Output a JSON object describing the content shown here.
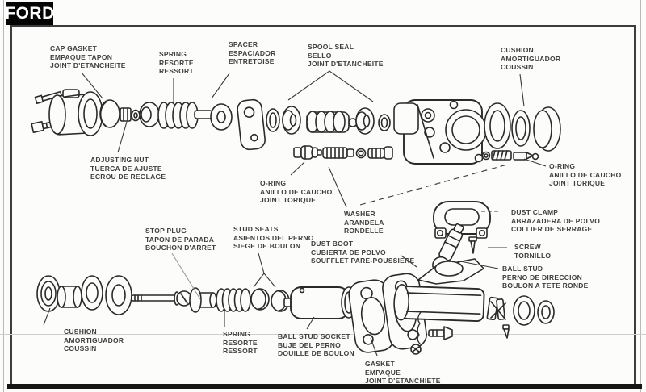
{
  "brand": {
    "name": "FORD"
  },
  "colors": {
    "paper": "#fcfcfa",
    "ink": "#2a2a2a",
    "frame": "#3d3d3d",
    "logo_bg": "#050505",
    "logo_text": "#ffffff",
    "label_text": "#3f3f3f"
  },
  "labels": {
    "cap_gasket": {
      "lines": [
        "CAP GASKET",
        "EMPAQUE TAPON",
        "JOINT D'ETANCHEITE"
      ]
    },
    "spring_upper": {
      "lines": [
        "SPRING",
        "RESORTE",
        "RESSORT"
      ]
    },
    "spacer": {
      "lines": [
        "SPACER",
        "ESPACIADOR",
        "ENTRETOISE"
      ]
    },
    "spool_seal": {
      "lines": [
        "SPOOL SEAL",
        "SELLO",
        "JOINT D'ETANCHEITE"
      ]
    },
    "cushion_upper": {
      "lines": [
        "CUSHION",
        "AMORTIGUADOR",
        "COUSSIN"
      ]
    },
    "adjusting_nut": {
      "lines": [
        "ADJUSTING NUT",
        "TUERCA DE AJUSTE",
        "ECROU DE REGLAGE"
      ]
    },
    "o_ring_left": {
      "lines": [
        "O-RING",
        "ANILLO DE CAUCHO",
        "JOINT TORIQUE"
      ]
    },
    "washer": {
      "lines": [
        "WASHER",
        "ARANDELA",
        "RONDELLE"
      ]
    },
    "o_ring_right": {
      "lines": [
        "O-RING",
        "ANILLO DE CAUCHO",
        "JOINT TORIQUE"
      ]
    },
    "dust_clamp": {
      "lines": [
        "DUST CLAMP",
        "ABRAZADERA DE POLVO",
        "COLLIER DE SERRAGE"
      ]
    },
    "screw": {
      "lines": [
        "SCREW",
        "TORNILLO"
      ]
    },
    "ball_stud": {
      "lines": [
        "BALL STUD",
        "PERNO DE DIRECCION",
        "BOULON A TETE RONDE"
      ]
    },
    "stop_plug": {
      "lines": [
        "STOP PLUG",
        "TAPON DE PARADA",
        "BOUCHON D'ARRET"
      ]
    },
    "stud_seats": {
      "lines": [
        "STUD SEATS",
        "ASIENTOS DEL PERNO",
        "SIEGE DE BOULON"
      ]
    },
    "dust_boot": {
      "lines": [
        "DUST BOOT",
        "CUBIERTA DE POLVO",
        "SOUFFLET PARE-POUSSIERE"
      ]
    },
    "cushion_lower": {
      "lines": [
        "CUSHION",
        "AMORTIGUADOR",
        "COUSSIN"
      ]
    },
    "spring_lower": {
      "lines": [
        "SPRING",
        "RESORTE",
        "RESSORT"
      ]
    },
    "ball_stud_socket": {
      "lines": [
        "BALL STUD SOCKET",
        "BUJE DEL PERNO",
        "DOUILLE DE BOULON"
      ]
    },
    "gasket": {
      "lines": [
        "GASKET",
        "EMPAQUE",
        "JOINT D'ETANCHIETE"
      ]
    }
  }
}
